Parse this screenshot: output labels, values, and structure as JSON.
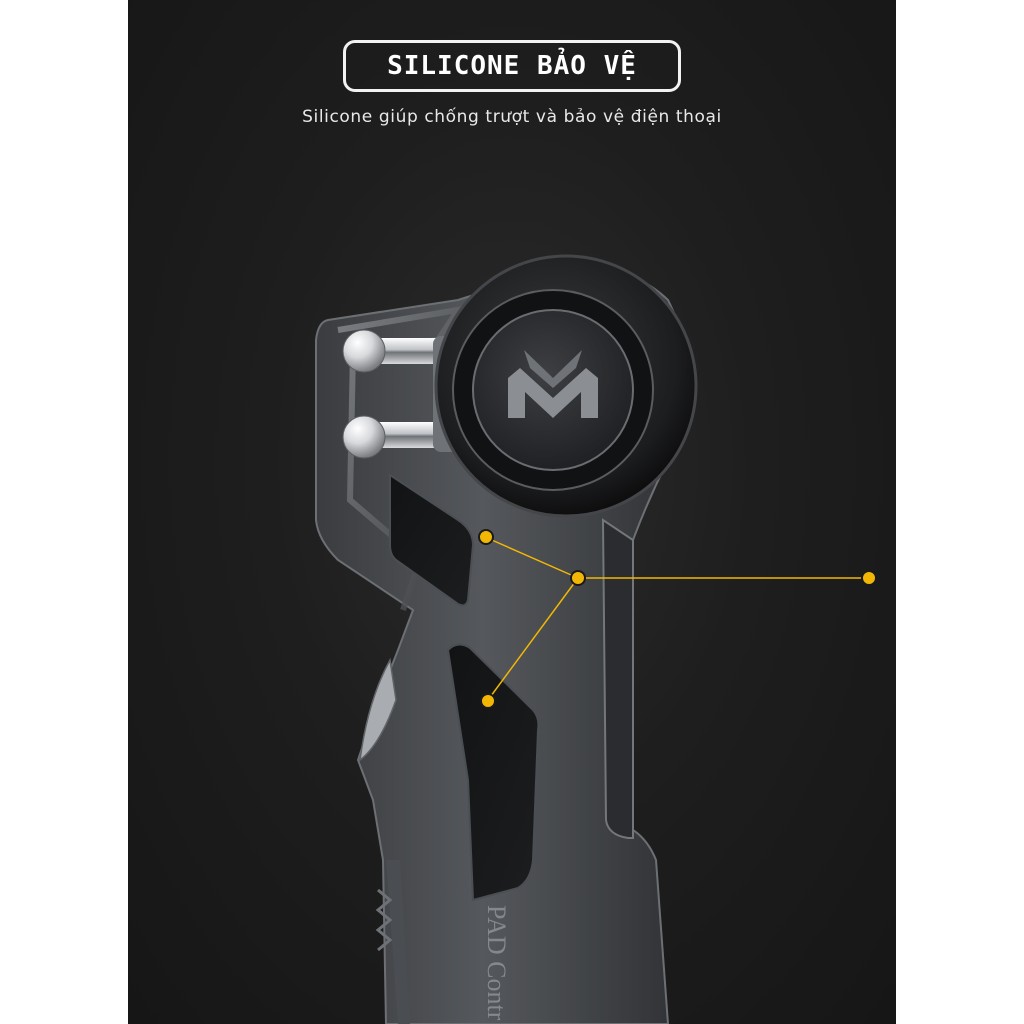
{
  "heading": {
    "title": "SILICONE BẢO VỆ",
    "subtitle": "Silicone giúp chống trượt và bảo vệ điện thoại"
  },
  "product": {
    "logo_letter": "M",
    "engraving": "PAD Contr"
  },
  "colors": {
    "background": "#1e1e1e",
    "accent_callout": "#f2b705",
    "text": "#ffffff"
  },
  "icons": [
    "brand-logo-icon",
    "callout-dot-icon"
  ]
}
